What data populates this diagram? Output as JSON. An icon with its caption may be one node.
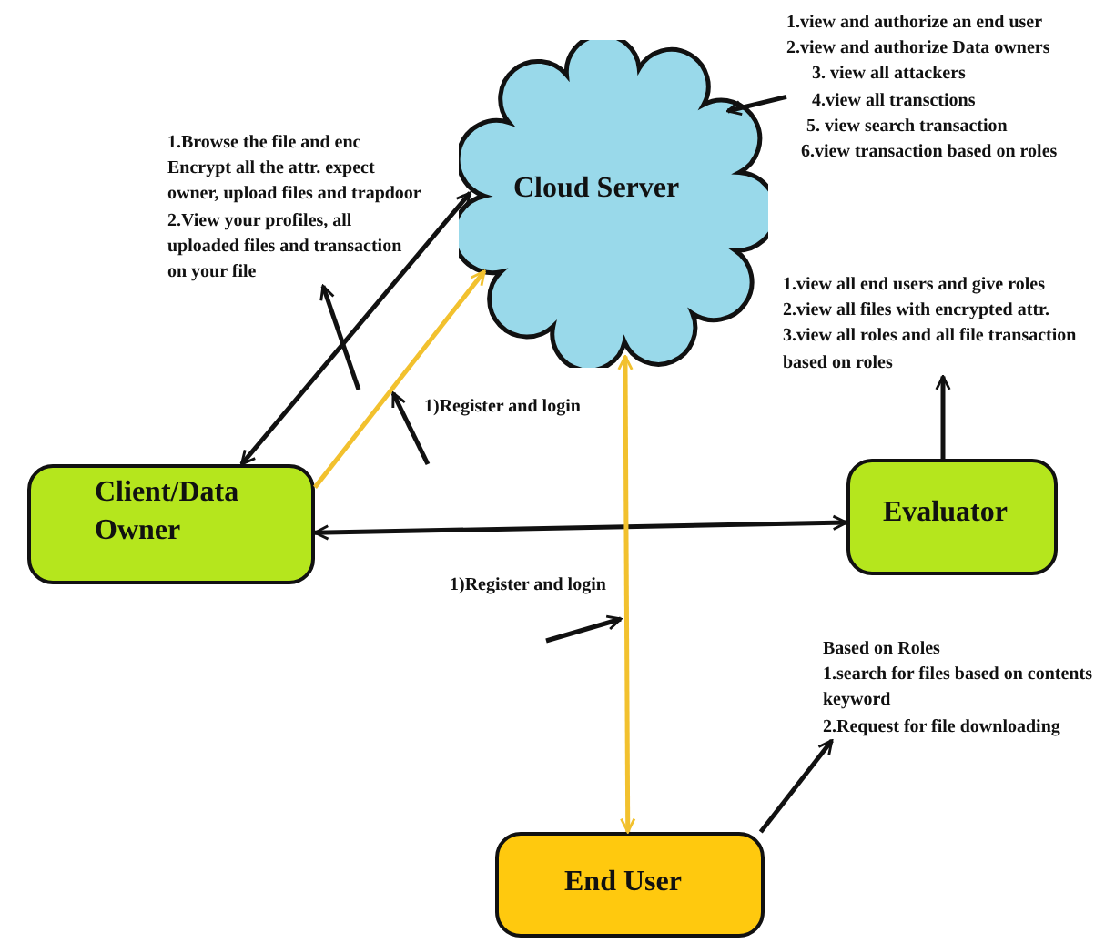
{
  "diagram": {
    "nodes": [
      {
        "text": [
          "Cloud Server"
        ]
      },
      {
        "text": [
          "Client/Data Owner"
        ]
      },
      {
        "text": [
          "Evaluator"
        ]
      },
      {
        "text": [
          "End User"
        ]
      },
      {
        "text": [
          "1.view and authorize an end user",
          "2.view and authorize Data owners",
          "3. view all attackers",
          "4.view all transctions",
          "5. view search transaction",
          "6.view transaction based on roles"
        ]
      },
      {
        "text": [
          "1.Browse the file and enc Encrypt all the attr. expect owner, upload files and trapdoor",
          "2.View your profiles, all uploaded files and transaction on your file"
        ]
      },
      {
        "text": [
          "1.view all end users and give roles",
          "2.view all files with encrypted attr.",
          "3.view all roles and all file transaction based on roles"
        ]
      },
      {
        "text": [
          "Based on Roles",
          "1.search for files based on contents keyword",
          "2.Request for file downloading"
        ]
      }
    ],
    "edges": [
      {
        "from": 1,
        "to": 0,
        "arrow": "both"
      },
      {
        "from": 1,
        "to": 0,
        "arrow": "to",
        "label": "1)Register and login",
        "color": "#f2c12e"
      },
      {
        "from": 1,
        "to": 2,
        "arrow": "both"
      },
      {
        "from": 0,
        "to": 3,
        "arrow": "both",
        "label": "1)Register and login",
        "color": "#f2c12e"
      },
      {
        "from": 4,
        "to": 0,
        "arrow": "to"
      },
      {
        "from": null,
        "to": 5,
        "arrow": "to"
      },
      {
        "from": 2,
        "to": 6,
        "arrow": "to"
      },
      {
        "from": 3,
        "to": 7,
        "arrow": "to"
      }
    ]
  }
}
